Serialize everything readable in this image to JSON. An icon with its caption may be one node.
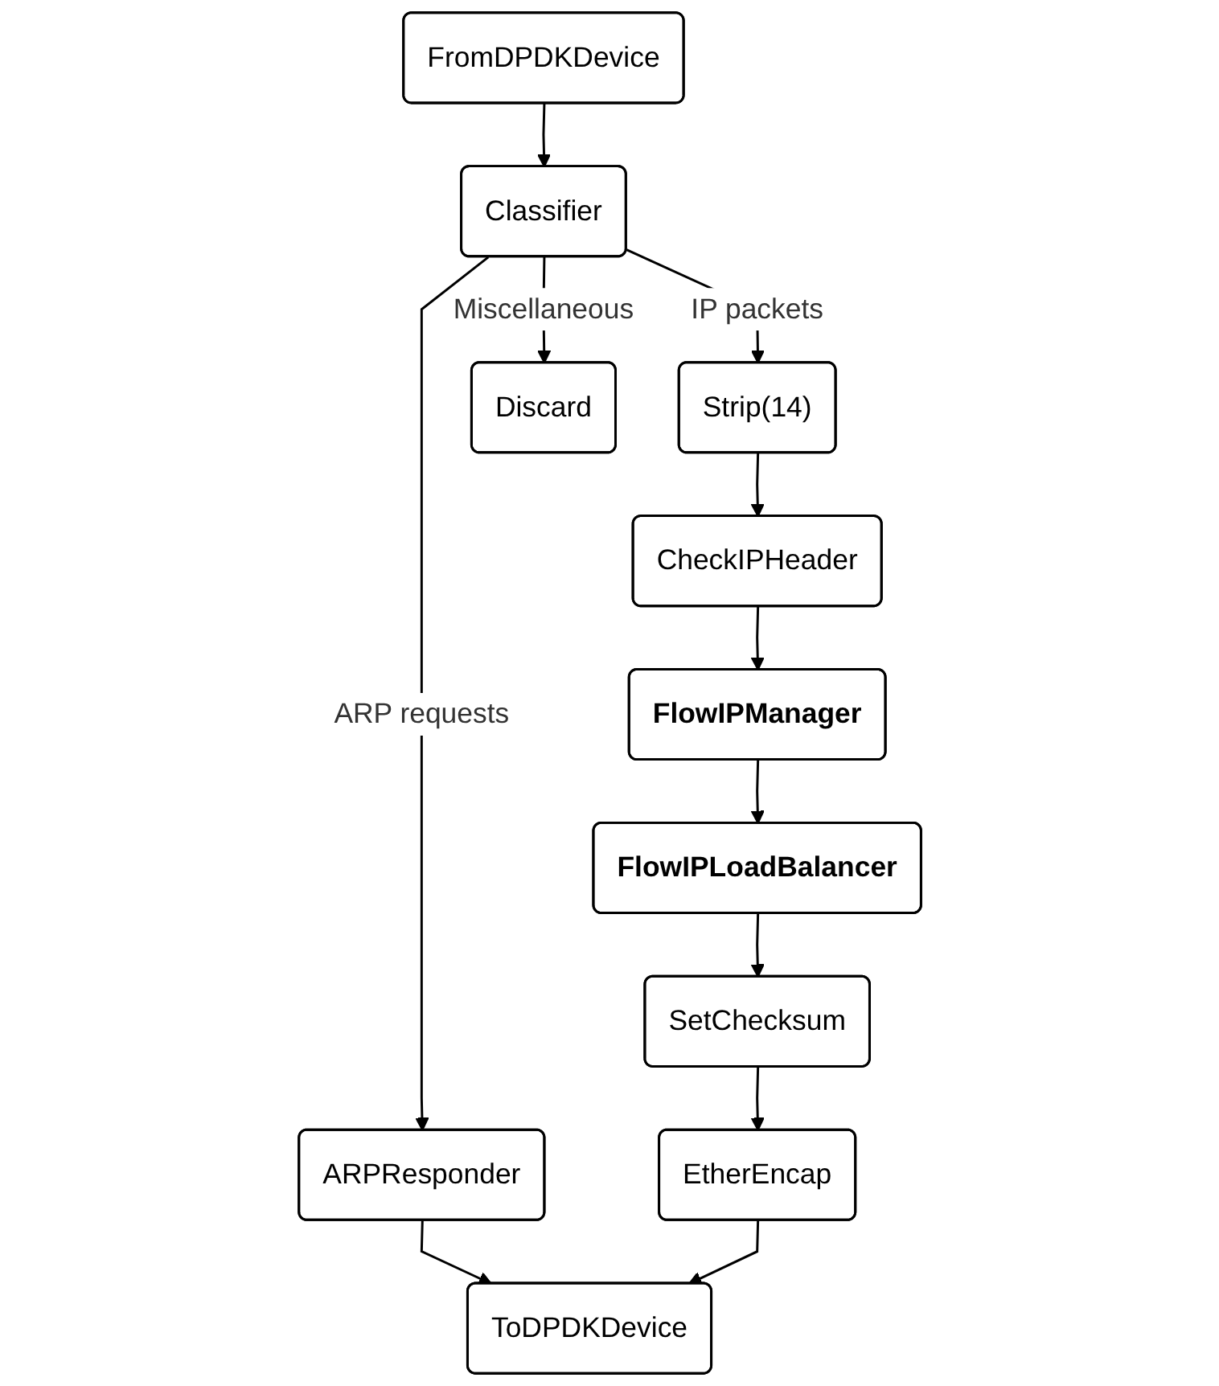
{
  "diagram": {
    "nodes": [
      {
        "text": [
          "FromDPDKDevice"
        ]
      },
      {
        "text": [
          "Classifier"
        ]
      },
      {
        "text": [
          "ARPResponder"
        ]
      },
      {
        "text": [
          "Strip(14)"
        ]
      },
      {
        "text": [
          "Discard"
        ]
      },
      {
        "text": [
          "CheckIPHeader"
        ]
      },
      {
        "text": [
          "FlowIPManager"
        ]
      },
      {
        "text": [
          "FlowIPLoadBalancer"
        ]
      },
      {
        "text": [
          "SetChecksum"
        ]
      },
      {
        "text": [
          "EtherEncap"
        ]
      },
      {
        "text": [
          "ToDPDKDevice"
        ]
      }
    ],
    "edges": [
      {
        "from": 0,
        "to": 1,
        "arrow": "to"
      },
      {
        "from": 1,
        "to": 2,
        "label": "ARP requests",
        "arrow": "to"
      },
      {
        "from": 1,
        "to": 3,
        "label": "IP packets",
        "arrow": "to"
      },
      {
        "from": 1,
        "to": 4,
        "label": "Miscellaneous",
        "arrow": "to"
      },
      {
        "from": 2,
        "to": 10,
        "arrow": "to"
      },
      {
        "from": 3,
        "to": 5,
        "arrow": "to"
      },
      {
        "from": 5,
        "to": 6,
        "arrow": "to"
      },
      {
        "from": 6,
        "to": 7,
        "arrow": "to"
      },
      {
        "from": 7,
        "to": 8,
        "arrow": "to"
      },
      {
        "from": 8,
        "to": 9,
        "arrow": "to"
      },
      {
        "from": 9,
        "to": 10,
        "arrow": "to"
      }
    ]
  }
}
